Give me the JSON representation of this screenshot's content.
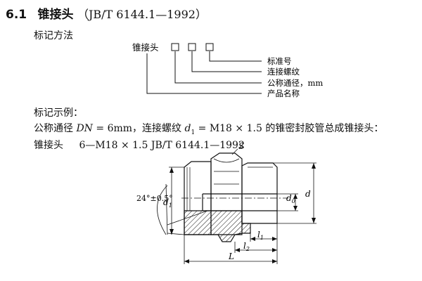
{
  "section": {
    "number": "6.1",
    "name": "锥接头",
    "standard": "（JB/T 6144.1—1992）"
  },
  "marking_method": {
    "heading": "标记方法",
    "product": "锥接头",
    "labels": [
      "标准号",
      "连接螺纹",
      "公称通径，mm",
      "产品名称"
    ]
  },
  "marking_example": {
    "heading": "标记示例：",
    "desc_prefix": "公称通径",
    "desc_dn": "DN",
    "desc_mid": " = 6mm，连接螺纹 ",
    "desc_d": "d",
    "desc_d_sub": "1",
    "desc_suffix": " = M18 × 1.5 的锥密封胶管总成锥接头：",
    "code_prefix": "锥接头",
    "code": "6—M18 × 1.5 JB/T 6144.1—1992"
  },
  "drawing": {
    "angle": "24°±0.5°",
    "labels": {
      "S": "S",
      "d1": "d",
      "d1_sub": "1",
      "d0": "d",
      "d0_sub": "0",
      "d": "d",
      "l1": "l",
      "l1_sub": "1",
      "l2": "l",
      "l2_sub": "2",
      "L": "L"
    }
  }
}
